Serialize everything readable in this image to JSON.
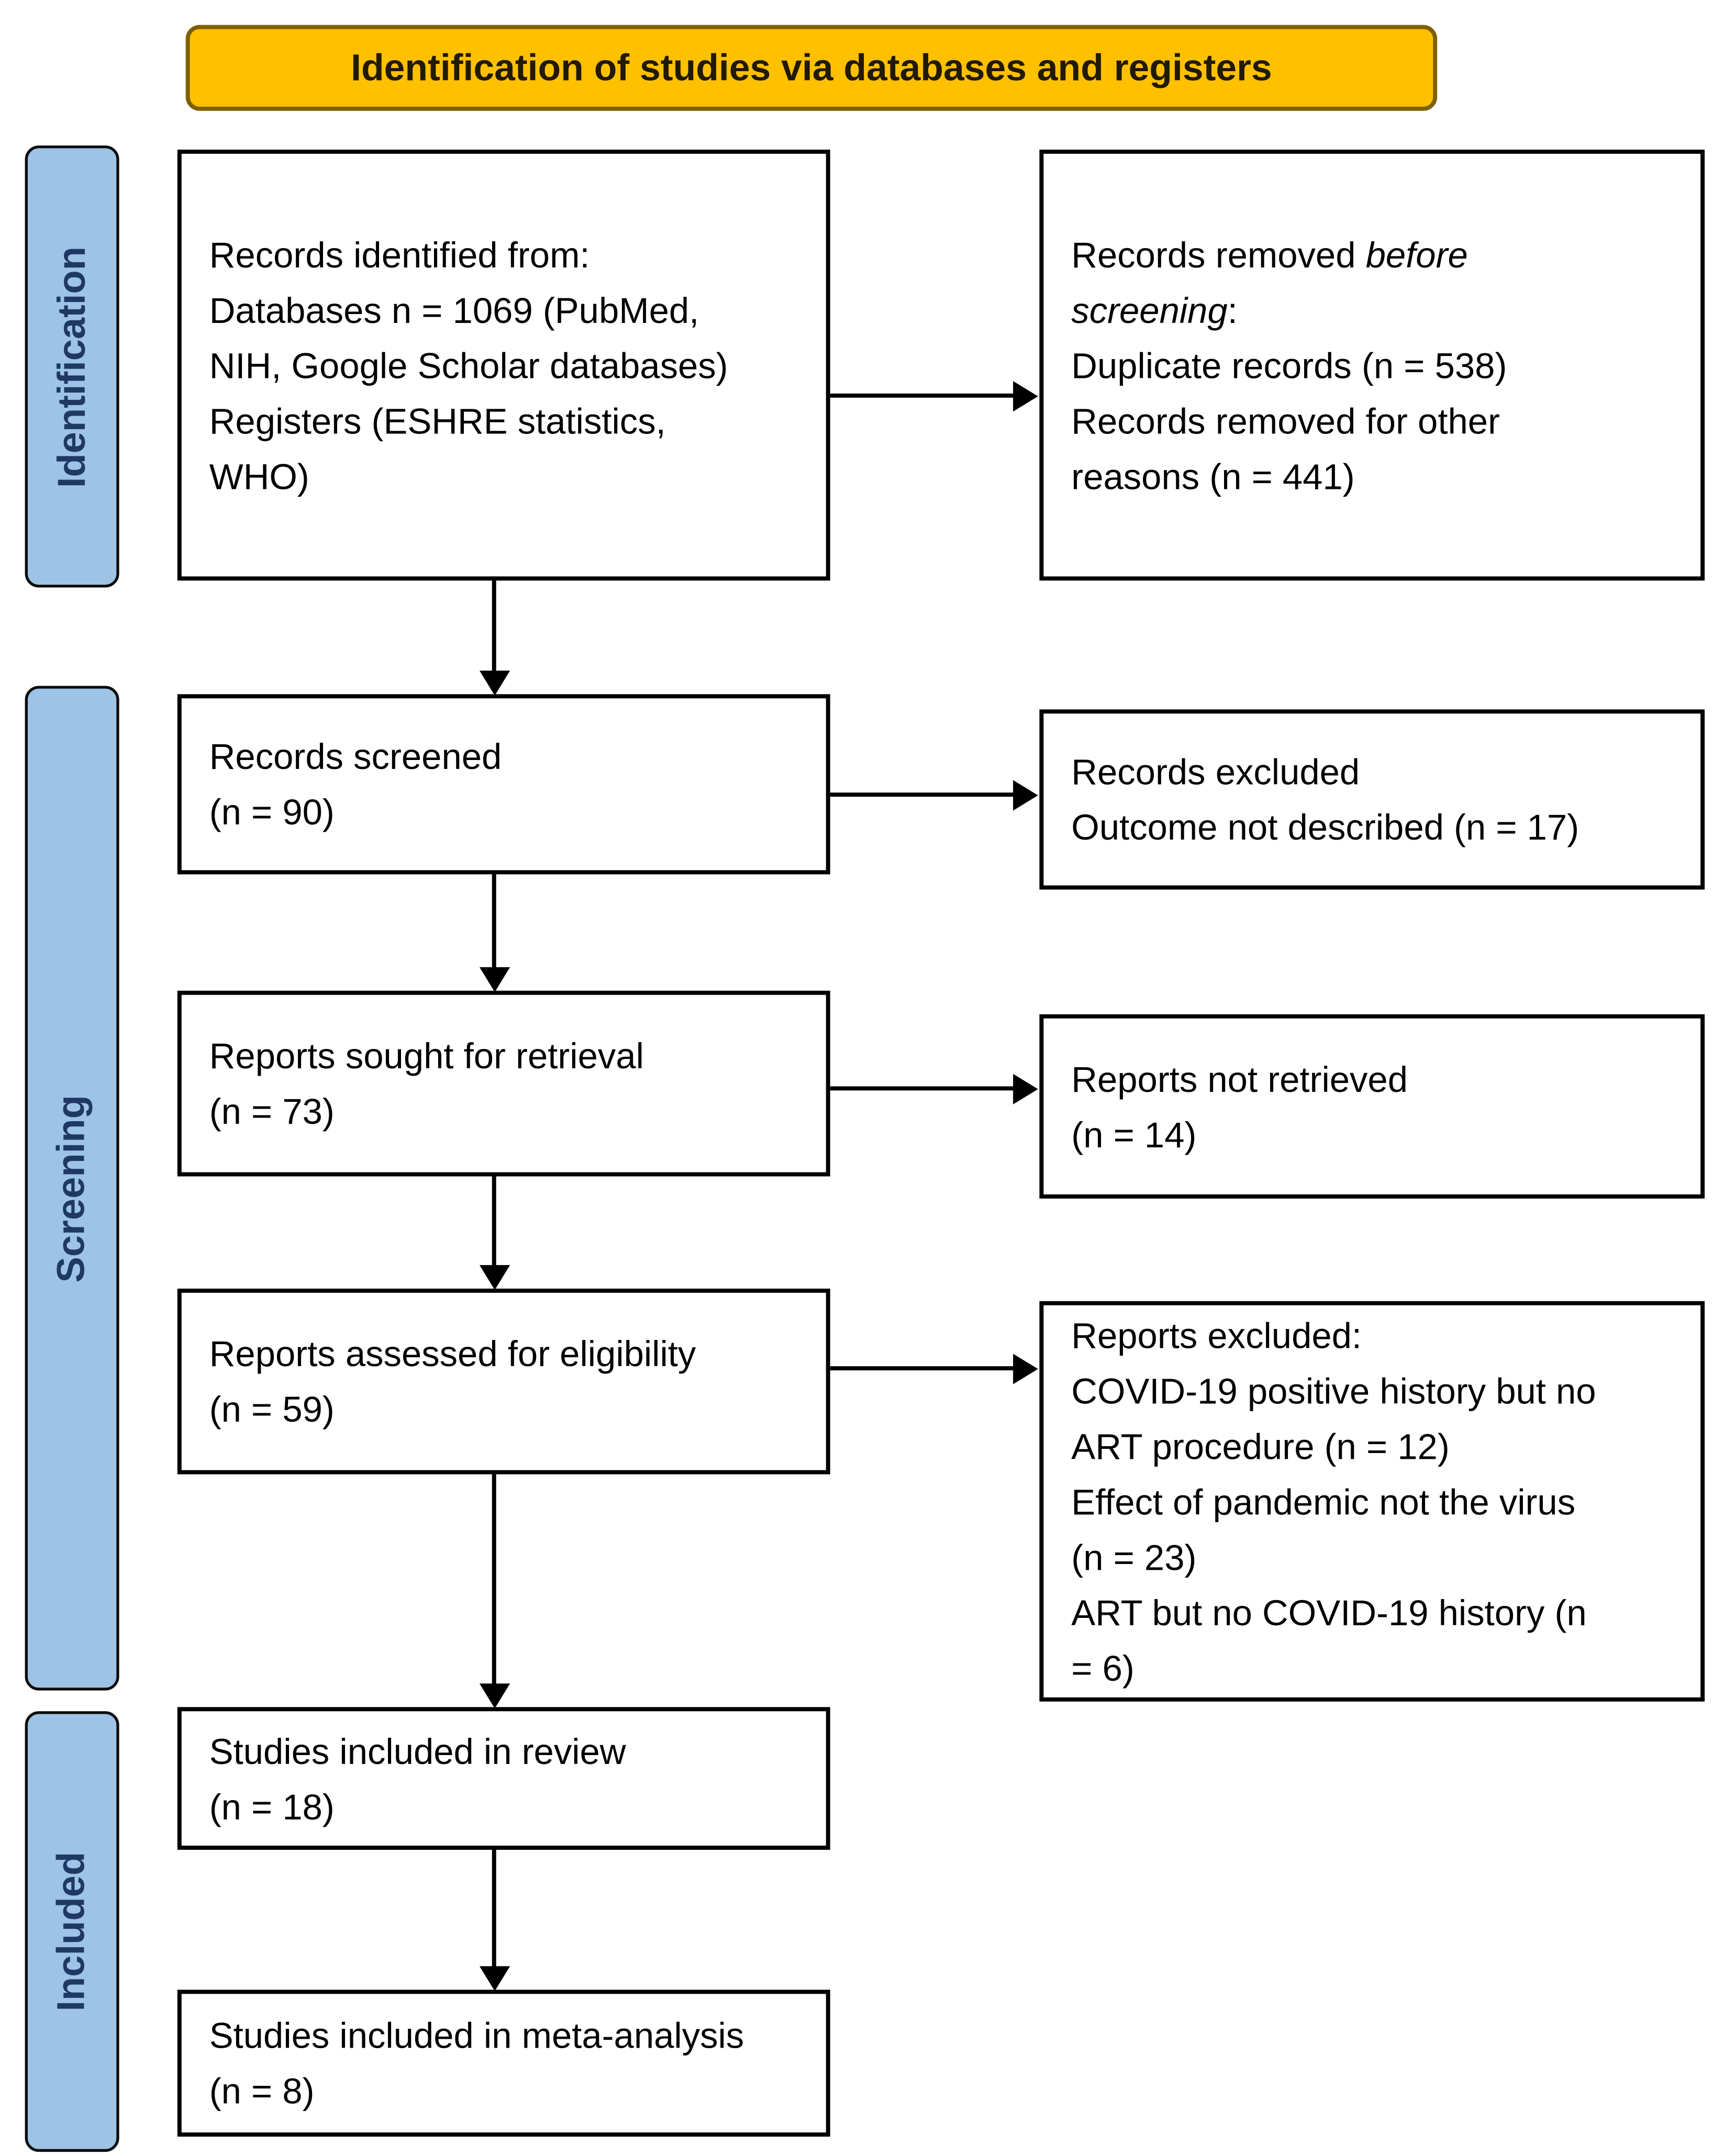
{
  "banner": {
    "title": "Identification of studies via databases and registers"
  },
  "stages": {
    "identification": "Identification",
    "screening": "Screening",
    "included": "Included"
  },
  "boxes": {
    "records_identified": {
      "lines": [
        "Records identified from:",
        "Databases n = 1069 (PubMed,",
        "NIH, Google Scholar databases)",
        "Registers (ESHRE statistics,",
        "WHO)"
      ]
    },
    "records_removed": {
      "l1a": "Records removed ",
      "l1b": "before",
      "l2a": "screening",
      "l2b": ":",
      "l3": "Duplicate records (n = 538)",
      "l4": "Records removed for other",
      "l5": "reasons (n = 441)"
    },
    "records_screened": {
      "lines": [
        "Records screened",
        "(n = 90)"
      ]
    },
    "records_excluded": {
      "lines": [
        "Records excluded",
        "Outcome not described (n = 17)"
      ]
    },
    "reports_sought": {
      "lines": [
        "Reports sought for retrieval",
        "(n = 73)"
      ]
    },
    "reports_not_retrieved": {
      "lines": [
        "Reports not retrieved",
        "(n = 14)"
      ]
    },
    "reports_assessed": {
      "lines": [
        "Reports assessed for eligibility",
        "(n = 59)"
      ]
    },
    "reports_excluded": {
      "lines": [
        "Reports excluded:",
        "COVID-19 positive history but no",
        "ART procedure (n = 12)",
        "Effect of pandemic not the virus",
        "(n = 23)",
        "ART but no COVID-19 history (n",
        "= 6)"
      ]
    },
    "studies_included_review": {
      "lines": [
        "Studies included in review",
        "(n = 18)"
      ]
    },
    "studies_included_meta": {
      "lines": [
        "Studies included in meta-analysis",
        "(n = 8)"
      ]
    }
  },
  "colors": {
    "banner_fill": "#FFC000",
    "banner_border": "#7F6000",
    "stage_fill": "#9DC3E6",
    "stage_text": "#1F3864",
    "box_border": "#000000",
    "arrow": "#000000"
  }
}
